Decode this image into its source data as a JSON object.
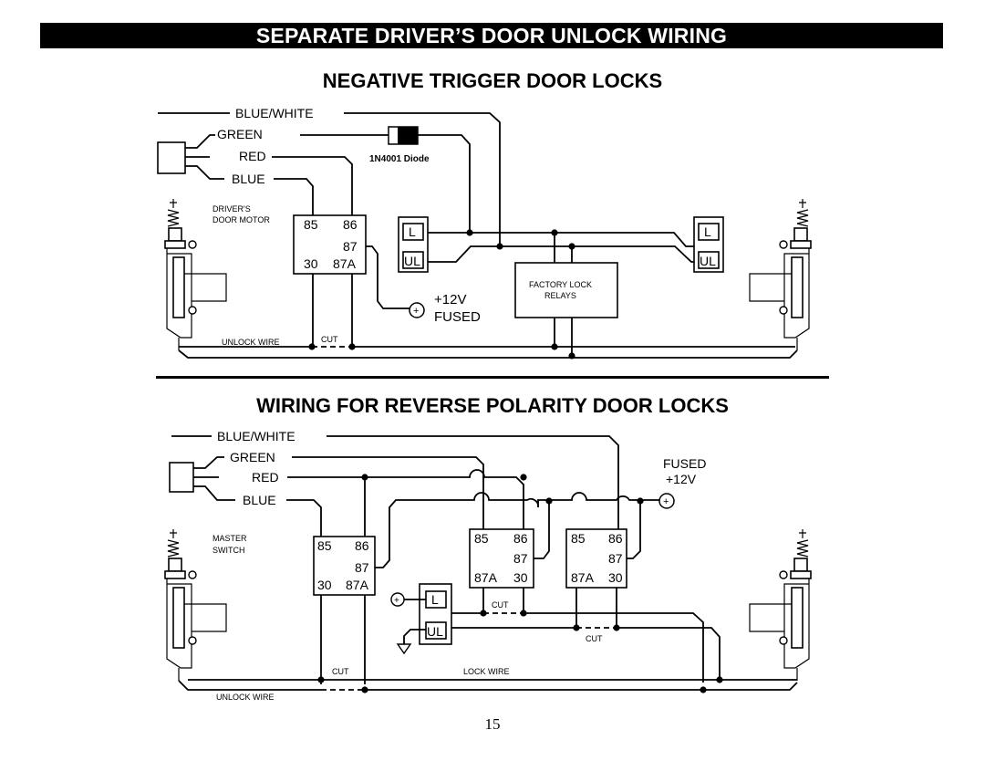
{
  "header": {
    "title": "SEPARATE DRIVER’S DOOR UNLOCK WIRING"
  },
  "section1": {
    "title": "NEGATIVE TRIGGER DOOR LOCKS",
    "wires": {
      "blue_white": "BLUE/WHITE",
      "green": "GREEN",
      "red": "RED",
      "blue": "BLUE"
    },
    "diode": "1N4001 Diode",
    "motor_label": [
      "DRIVER'S",
      "DOOR MOTOR"
    ],
    "relay": {
      "p85": "85",
      "p86": "86",
      "p87": "87",
      "p30": "30",
      "p87a": "87A"
    },
    "switch_l": "L",
    "switch_ul": "UL",
    "factory": [
      "FACTORY LOCK",
      "RELAYS"
    ],
    "power": [
      "+12V",
      "FUSED"
    ],
    "unlock_wire": "UNLOCK WIRE",
    "cut": "CUT"
  },
  "section2": {
    "title": "WIRING FOR REVERSE POLARITY DOOR LOCKS",
    "wires": {
      "blue_white": "BLUE/WHITE",
      "green": "GREEN",
      "red": "RED",
      "blue": "BLUE"
    },
    "switch_label": [
      "MASTER",
      "SWITCH"
    ],
    "power": [
      "FUSED",
      "+12V"
    ],
    "relay": {
      "p85": "85",
      "p86": "86",
      "p87": "87",
      "p30": "30",
      "p87a": "87A"
    },
    "switch_l": "L",
    "switch_ul": "UL",
    "cut": "CUT",
    "lock_wire": "LOCK WIRE",
    "unlock_wire": "UNLOCK WIRE"
  },
  "page_number": "15",
  "icons": {
    "plus": "+",
    "actuator": "door-lock-actuator-icon",
    "ground": "ground-icon"
  }
}
